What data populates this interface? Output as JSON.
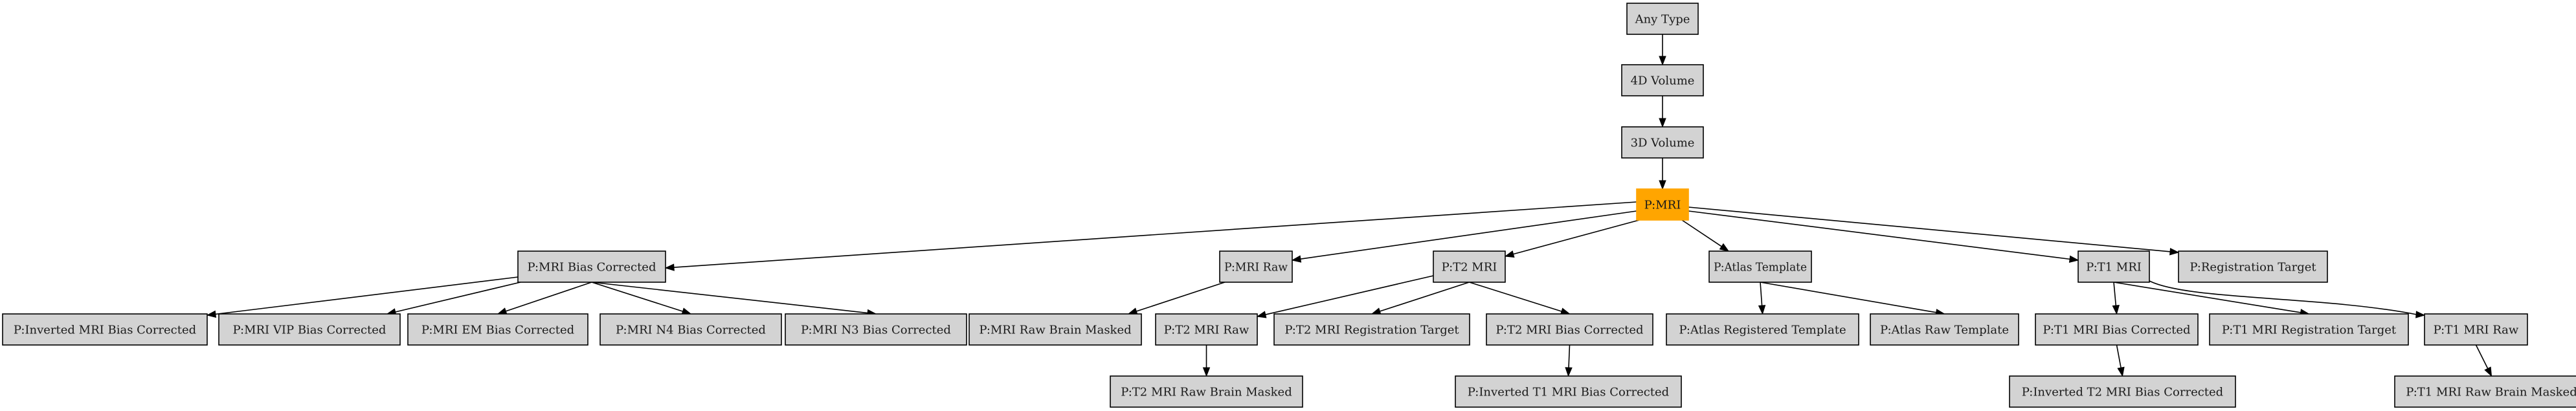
{
  "diagram": {
    "type": "type-hierarchy",
    "highlight_color": "#ffa500",
    "node_color": "#d3d3d3",
    "nodes": [
      {
        "id": "any_type",
        "label": "Any Type"
      },
      {
        "id": "vol4d",
        "label": "4D Volume"
      },
      {
        "id": "vol3d",
        "label": "3D Volume"
      },
      {
        "id": "pmri",
        "label": "P:MRI",
        "highlighted": true
      },
      {
        "id": "mri_bias",
        "label": "P:MRI Bias Corrected"
      },
      {
        "id": "mri_raw",
        "label": "P:MRI Raw"
      },
      {
        "id": "t2_mri",
        "label": "P:T2 MRI"
      },
      {
        "id": "atlas_tpl",
        "label": "P:Atlas Template"
      },
      {
        "id": "t1_mri",
        "label": "P:T1 MRI"
      },
      {
        "id": "reg_target",
        "label": "P:Registration Target"
      },
      {
        "id": "inv_mri_bias",
        "label": "P:Inverted MRI Bias Corrected"
      },
      {
        "id": "mri_vip",
        "label": "P:MRI VIP Bias Corrected"
      },
      {
        "id": "mri_em",
        "label": "P:MRI EM Bias Corrected"
      },
      {
        "id": "mri_n4",
        "label": "P:MRI N4 Bias Corrected"
      },
      {
        "id": "mri_n3",
        "label": "P:MRI N3 Bias Corrected"
      },
      {
        "id": "mri_raw_bm",
        "label": "P:MRI Raw Brain Masked"
      },
      {
        "id": "t2_raw",
        "label": "P:T2 MRI Raw"
      },
      {
        "id": "t2_reg",
        "label": "P:T2 MRI Registration Target"
      },
      {
        "id": "t2_bias",
        "label": "P:T2 MRI Bias Corrected"
      },
      {
        "id": "atlas_reg",
        "label": "P:Atlas Registered Template"
      },
      {
        "id": "atlas_raw",
        "label": "P:Atlas Raw Template"
      },
      {
        "id": "t1_bias",
        "label": "P:T1 MRI Bias Corrected"
      },
      {
        "id": "t1_reg",
        "label": "P:T1 MRI Registration Target"
      },
      {
        "id": "t1_raw",
        "label": "P:T1 MRI Raw"
      },
      {
        "id": "t2_raw_bm",
        "label": "P:T2 MRI Raw Brain Masked"
      },
      {
        "id": "inv_t1_bias",
        "label": "P:Inverted T1 MRI Bias Corrected"
      },
      {
        "id": "inv_t2_bias",
        "label": "P:Inverted T2 MRI Bias Corrected"
      },
      {
        "id": "t1_raw_bm",
        "label": "P:T1 MRI Raw Brain Masked"
      }
    ],
    "edges": [
      {
        "from": "any_type",
        "to": "vol4d"
      },
      {
        "from": "vol4d",
        "to": "vol3d"
      },
      {
        "from": "vol3d",
        "to": "pmri"
      },
      {
        "from": "pmri",
        "to": "mri_bias"
      },
      {
        "from": "pmri",
        "to": "mri_raw"
      },
      {
        "from": "pmri",
        "to": "t2_mri"
      },
      {
        "from": "pmri",
        "to": "atlas_tpl"
      },
      {
        "from": "pmri",
        "to": "t1_mri"
      },
      {
        "from": "pmri",
        "to": "reg_target"
      },
      {
        "from": "mri_bias",
        "to": "inv_mri_bias"
      },
      {
        "from": "mri_bias",
        "to": "mri_vip"
      },
      {
        "from": "mri_bias",
        "to": "mri_em"
      },
      {
        "from": "mri_bias",
        "to": "mri_n4"
      },
      {
        "from": "mri_bias",
        "to": "mri_n3"
      },
      {
        "from": "mri_raw",
        "to": "mri_raw_bm"
      },
      {
        "from": "t2_mri",
        "to": "t2_raw"
      },
      {
        "from": "t2_mri",
        "to": "t2_reg"
      },
      {
        "from": "t2_mri",
        "to": "t2_bias"
      },
      {
        "from": "atlas_tpl",
        "to": "atlas_reg"
      },
      {
        "from": "atlas_tpl",
        "to": "atlas_raw"
      },
      {
        "from": "t1_mri",
        "to": "t1_bias"
      },
      {
        "from": "t1_mri",
        "to": "t1_reg"
      },
      {
        "from": "t1_mri",
        "to": "t1_raw"
      },
      {
        "from": "t2_raw",
        "to": "t2_raw_bm"
      },
      {
        "from": "t2_bias",
        "to": "inv_t1_bias"
      },
      {
        "from": "t1_bias",
        "to": "inv_t2_bias"
      },
      {
        "from": "t1_raw",
        "to": "t1_raw_bm"
      }
    ]
  }
}
